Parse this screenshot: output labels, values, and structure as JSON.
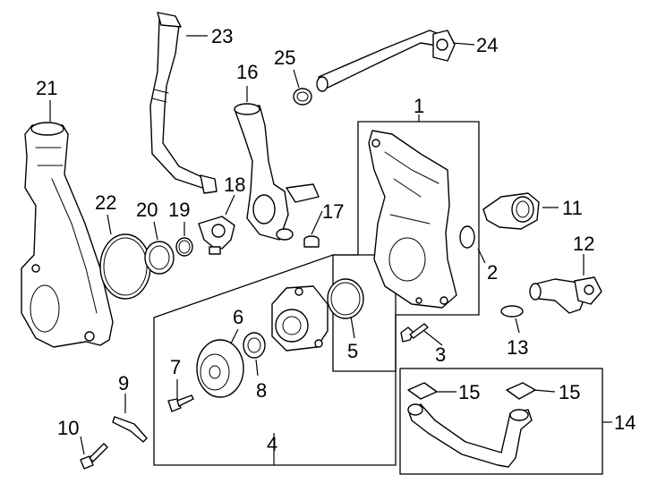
{
  "diagram": {
    "callouts": {
      "c1": "1",
      "c2": "2",
      "c3": "3",
      "c4": "4",
      "c5": "5",
      "c6": "6",
      "c7": "7",
      "c8": "8",
      "c9": "9",
      "c10": "10",
      "c11": "11",
      "c12": "12",
      "c13": "13",
      "c14": "14",
      "c15a": "15",
      "c15b": "15",
      "c16": "16",
      "c17": "17",
      "c18": "18",
      "c20": "20",
      "c19": "19",
      "c21": "21",
      "c22": "22",
      "c23": "23",
      "c24": "24",
      "c25": "25"
    },
    "colors": {
      "line": "#000000",
      "background": "#ffffff"
    }
  }
}
